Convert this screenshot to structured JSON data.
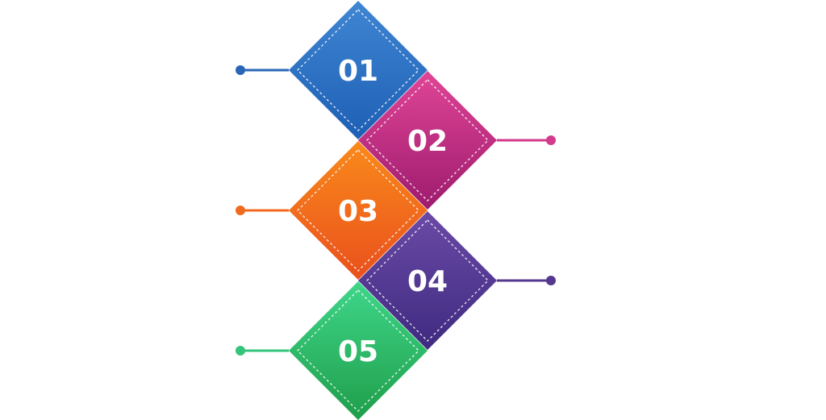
{
  "steps": [
    {
      "number": "01",
      "color_top": "#3F86D3",
      "color_bottom": "#1E5FB4",
      "line_color": "#2A66B8",
      "side": "left"
    },
    {
      "number": "02",
      "color_top": "#E04596",
      "color_bottom": "#9E1B6E",
      "line_color": "#D23A8C",
      "side": "right"
    },
    {
      "number": "03",
      "color_top": "#FA8A1B",
      "color_bottom": "#E9501C",
      "line_color": "#F06A1E",
      "side": "left"
    },
    {
      "number": "04",
      "color_top": "#6A4AA6",
      "color_bottom": "#3F2A80",
      "line_color": "#54388F",
      "side": "right"
    },
    {
      "number": "05",
      "color_top": "#3FD68A",
      "color_bottom": "#1F9E4A",
      "line_color": "#34C47A",
      "side": "left"
    }
  ]
}
